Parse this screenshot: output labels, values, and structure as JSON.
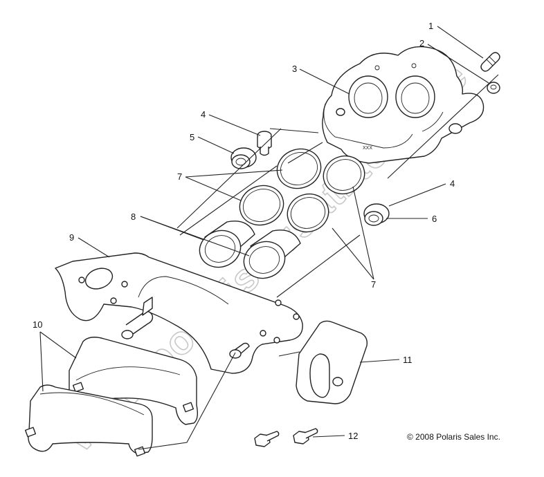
{
  "watermark": "www.polaris-ersatzteile.de",
  "copyright": "© 2008 Polaris Sales Inc.",
  "callouts": {
    "c1": "1",
    "c2": "2",
    "c3": "3",
    "c4a": "4",
    "c4b": "4",
    "c5": "5",
    "c6": "6",
    "c7a": "7",
    "c7b": "7",
    "c8": "8",
    "c9": "9",
    "c10": "10",
    "c11": "11",
    "c12": "12"
  },
  "part_marking": "XXX"
}
